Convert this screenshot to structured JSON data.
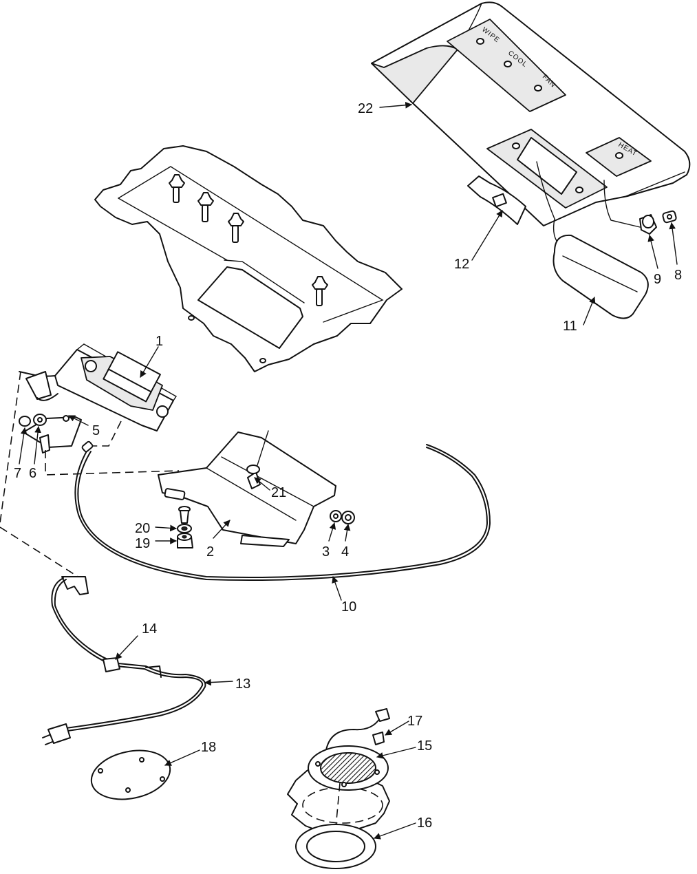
{
  "panel_labels": {
    "wipe": "WIPE",
    "cool": "COOL",
    "fan": "FAN",
    "heat": "HEAT"
  },
  "callouts": [
    "1",
    "2",
    "3",
    "4",
    "5",
    "6",
    "7",
    "8",
    "9",
    "10",
    "11",
    "12",
    "13",
    "14",
    "15",
    "16",
    "17",
    "18",
    "19",
    "20",
    "21",
    "22"
  ]
}
